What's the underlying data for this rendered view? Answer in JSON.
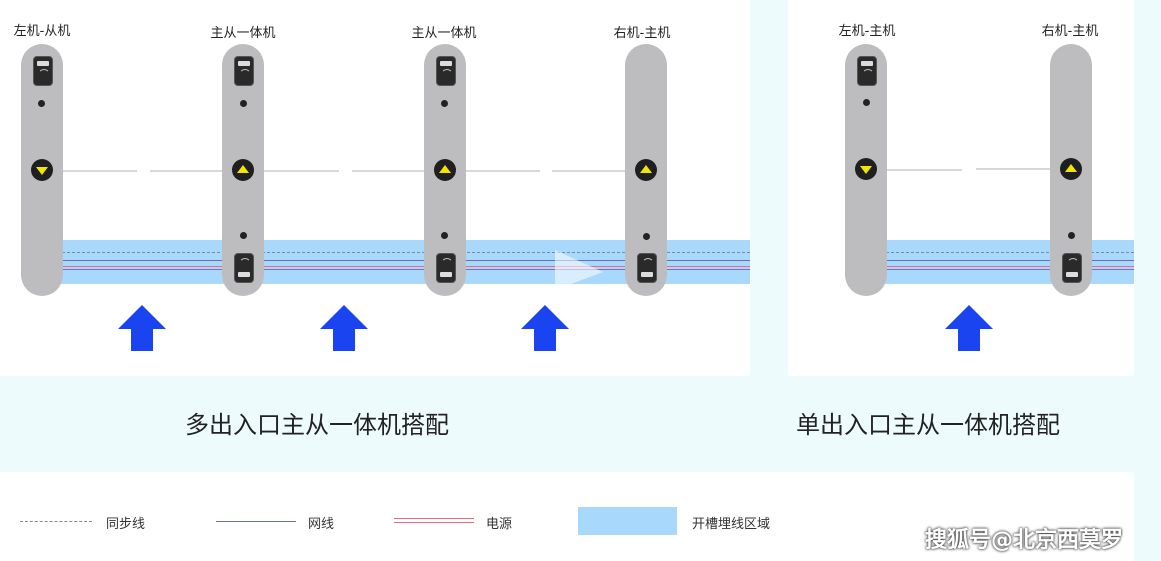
{
  "left_panel": {
    "posts": [
      {
        "label": "左机-从机",
        "type": "slave"
      },
      {
        "label": "主从一体机",
        "type": "combo"
      },
      {
        "label": "主从一体机",
        "type": "combo"
      },
      {
        "label": "右机-主机",
        "type": "master"
      }
    ],
    "caption": "多出入口主从一体机搭配"
  },
  "right_panel": {
    "posts": [
      {
        "label": "左机-主机",
        "type": "slave"
      },
      {
        "label": "右机-主机",
        "type": "master"
      }
    ],
    "caption": "单出入口主从一体机搭配"
  },
  "legend": {
    "sync": "同步线",
    "network": "网线",
    "power": "电源",
    "trench": "开槽埋线区域"
  },
  "watermark": "搜狐号@北京西莫罗",
  "colors": {
    "post": "#bdbdc0",
    "trench": "#a8d8fb",
    "arrow": "#1a44f0",
    "network": "#6a6fb0",
    "power": "#e46b86",
    "indicator": "#f2e600"
  },
  "icons": {
    "arrow": "up-arrow-icon",
    "button": "triangle-button-icon",
    "reader": "card-reader-icon"
  }
}
